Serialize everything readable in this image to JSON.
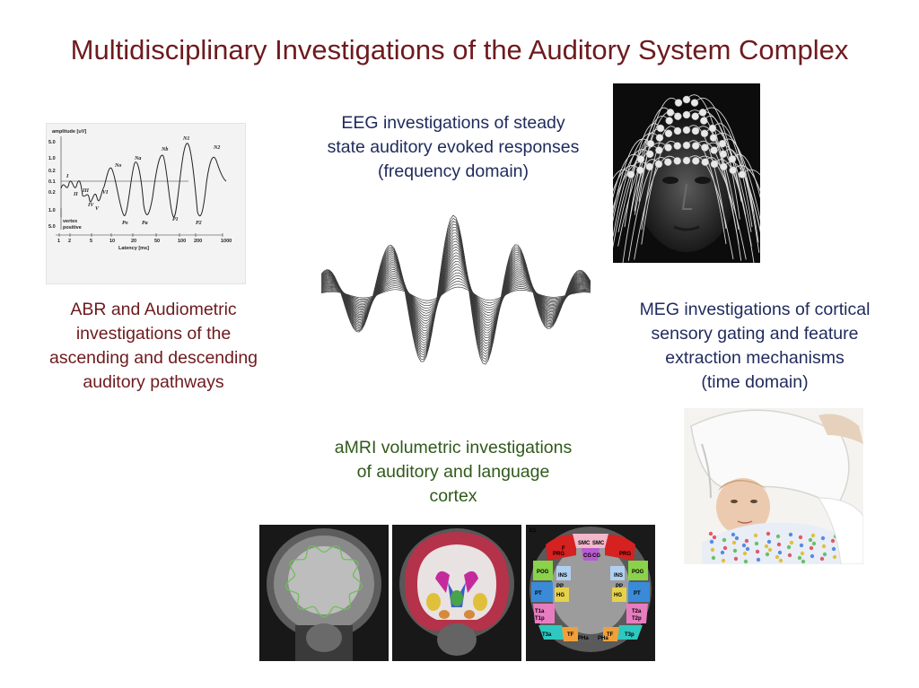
{
  "title": "Multidisciplinary Investigations of the Auditory System Complex",
  "captions": {
    "eeg": [
      "EEG investigations of steady",
      "state auditory evoked responses",
      "(frequency domain)"
    ],
    "abr": [
      "ABR and Audiometric",
      "investigations of the",
      "ascending and descending",
      "auditory pathways"
    ],
    "meg": [
      "MEG investigations of cortical",
      "sensory gating and feature",
      "extraction mechanisms",
      "(time domain)"
    ],
    "amri": [
      "aMRI volumetric investigations",
      "of auditory and language",
      "cortex"
    ]
  },
  "abr_chart": {
    "ylabel": "amplitude [uV]",
    "y_ticks": [
      "5.0",
      "1.0",
      "0.2",
      "0.1",
      "0.2",
      "1.0",
      "5.0"
    ],
    "x_ticks": [
      "1",
      "2",
      "5",
      "10",
      "20",
      "50",
      "100",
      "200",
      "1000"
    ],
    "xlabel": "Latency [ms]",
    "note": [
      "vertex",
      "positive"
    ],
    "peak_labels": [
      "I",
      "II",
      "III",
      "IV",
      "V",
      "VI",
      "No",
      "Po",
      "Na",
      "Pa",
      "Nb",
      "P1",
      "N1",
      "P2",
      "N2"
    ]
  },
  "mri_labels": [
    "F",
    "SMC",
    "SMC",
    "PRG",
    "PRG",
    "POG",
    "POG",
    "CG",
    "CG",
    "INS",
    "INS",
    "PT",
    "PT",
    "HG",
    "HG",
    "PP",
    "PP",
    "T1a",
    "T1p",
    "T2a",
    "T2p",
    "TF",
    "TF",
    "PHa",
    "PHa",
    "T3a",
    "T3p",
    "E1"
  ],
  "colors": {
    "title": "#6e1a1e",
    "eeg_caption": "#1f2a5c",
    "abr_caption": "#6e1a1e",
    "meg_caption": "#1f2a5c",
    "amri_caption": "#2f5a1a"
  }
}
